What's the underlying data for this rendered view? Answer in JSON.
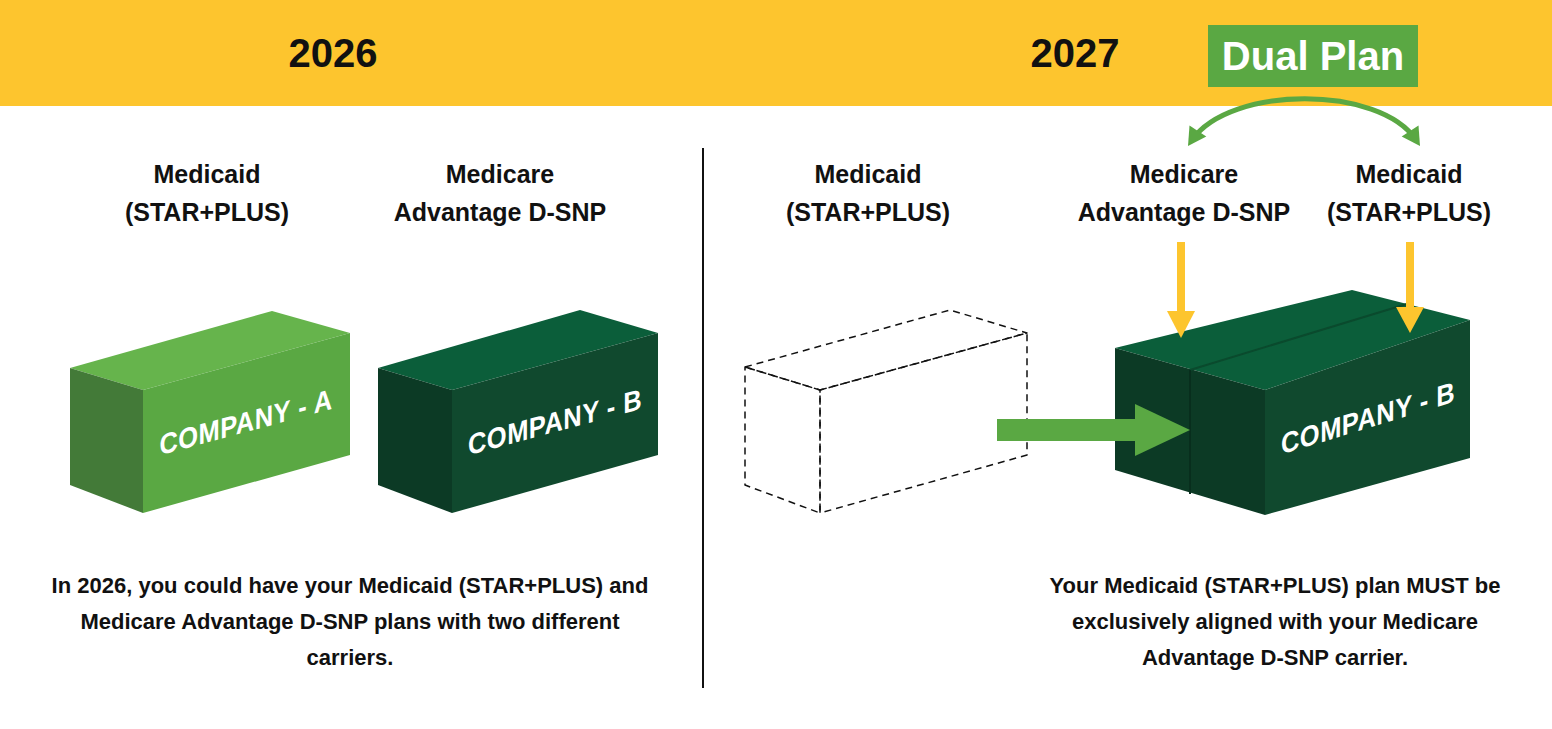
{
  "diagram": {
    "nodes": [
      {
        "text": [
          "Dual Plan"
        ]
      },
      {
        "text": [
          "Medicaid (STAR+PLUS)",
          "COMPANY - A"
        ]
      },
      {
        "text": [
          "Medicare Advantage D-SNP",
          "COMPANY - B"
        ]
      },
      {
        "text": [
          "Medicaid (STAR+PLUS)"
        ]
      },
      {
        "text": [
          "Medicare Advantage D-SNP",
          "Medicaid (STAR+PLUS)",
          "COMPANY - B"
        ]
      }
    ],
    "edges": [
      {
        "from": 3,
        "to": 4,
        "arrow": "to"
      }
    ],
    "labels": [
      "2026",
      "2027",
      "In 2026, you could have your Medicaid (STAR+PLUS) and Medicare Advantage D-SNP plans with two different carriers.",
      "Your Medicaid (STAR+PLUS) plan MUST be exclusively aligned with your Medicare Advantage D-SNP carrier."
    ]
  }
}
